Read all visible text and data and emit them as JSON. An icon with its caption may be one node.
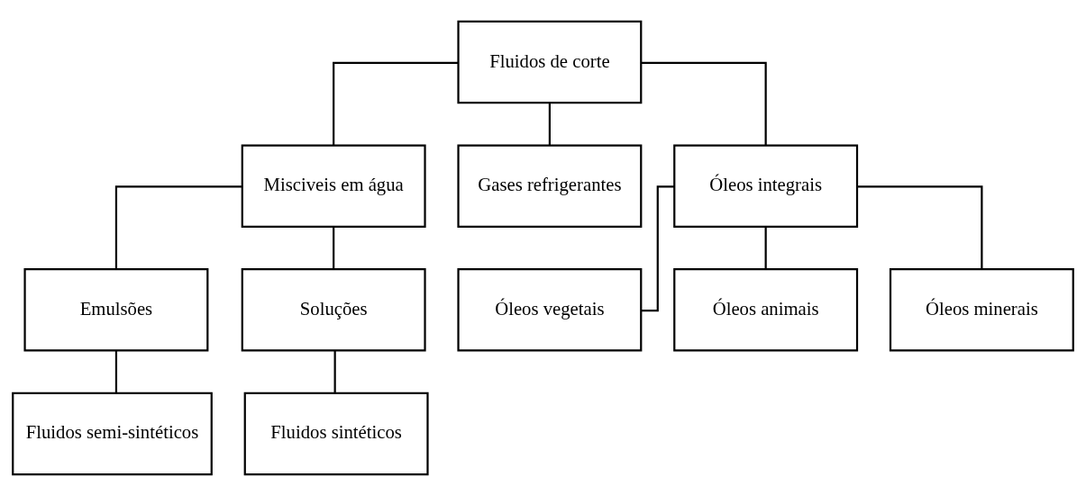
{
  "diagram": {
    "nodes": [
      {
        "text": [
          "Fluidos de corte"
        ]
      },
      {
        "text": [
          "Misciveis em água"
        ]
      },
      {
        "text": [
          "Gases refrigerantes"
        ]
      },
      {
        "text": [
          "Óleos integrais"
        ]
      },
      {
        "text": [
          "Emulsões"
        ]
      },
      {
        "text": [
          "Soluções"
        ]
      },
      {
        "text": [
          "Óleos vegetais"
        ]
      },
      {
        "text": [
          "Óleos animais"
        ]
      },
      {
        "text": [
          "Óleos minerais"
        ]
      },
      {
        "text": [
          "Fluidos semi-sintéticos"
        ]
      },
      {
        "text": [
          "Fluidos sintéticos"
        ]
      }
    ],
    "edges": [
      {
        "from": 0,
        "to": 1,
        "arrow": "none"
      },
      {
        "from": 0,
        "to": 2,
        "arrow": "none"
      },
      {
        "from": 0,
        "to": 3,
        "arrow": "none"
      },
      {
        "from": 1,
        "to": 4,
        "arrow": "none"
      },
      {
        "from": 1,
        "to": 5,
        "arrow": "none"
      },
      {
        "from": 3,
        "to": 6,
        "arrow": "none"
      },
      {
        "from": 3,
        "to": 7,
        "arrow": "none"
      },
      {
        "from": 3,
        "to": 8,
        "arrow": "none"
      },
      {
        "from": 4,
        "to": 9,
        "arrow": "none"
      },
      {
        "from": 5,
        "to": 10,
        "arrow": "none"
      }
    ]
  }
}
